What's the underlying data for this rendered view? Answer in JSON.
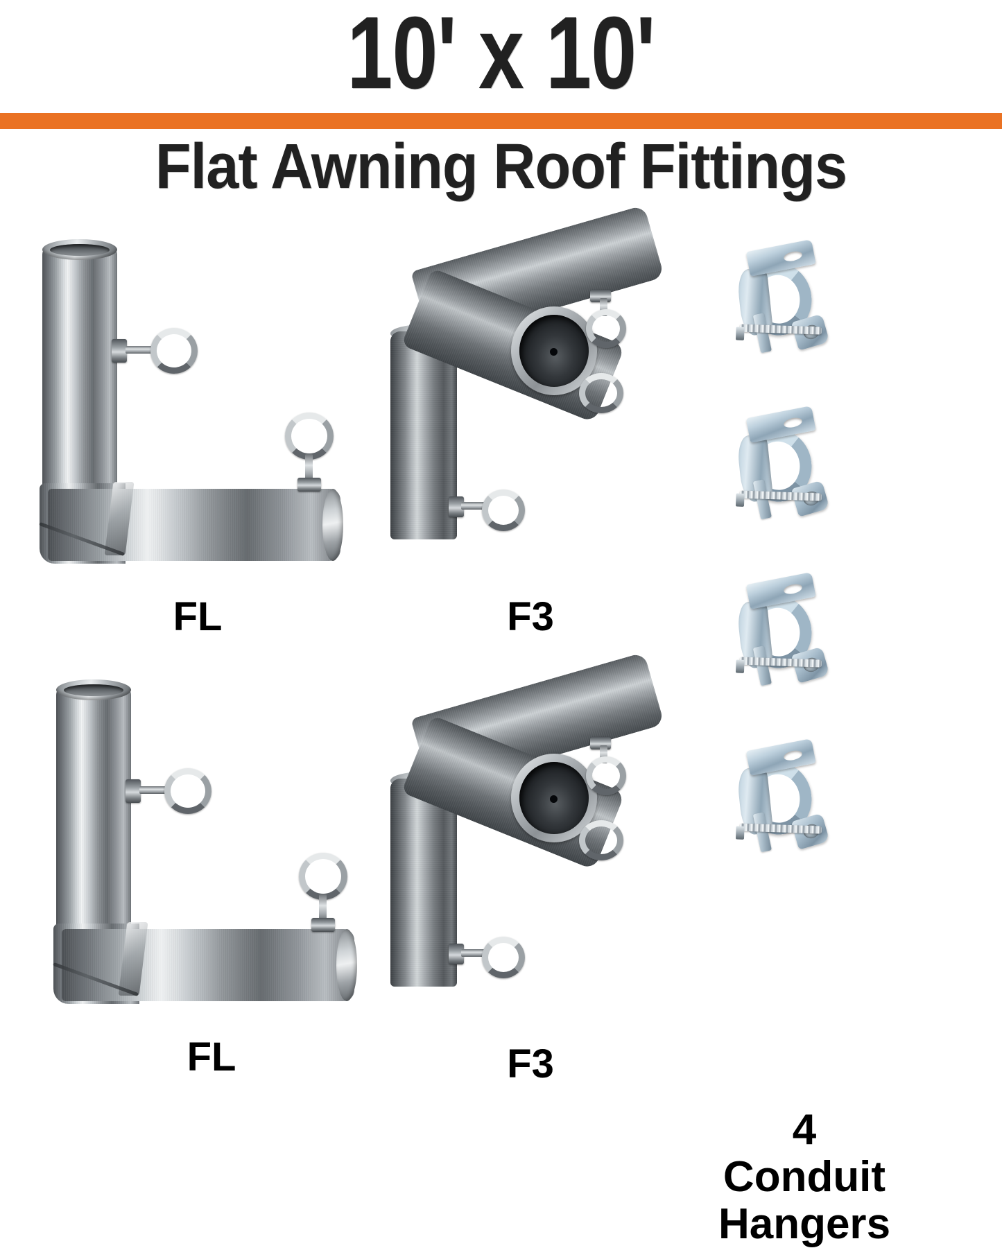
{
  "header": {
    "title": "10' x 10'",
    "subtitle": "Flat Awning Roof Fittings",
    "accent_color": "#ea7223",
    "text_color": "#212121"
  },
  "products": [
    {
      "id": "fl-top",
      "label": "FL",
      "name": "FL flat awning corner fitting",
      "description": "L-shaped galvanized steel corner fitting with two eye bolts",
      "eyebolt_count": 2,
      "row": 1,
      "column": 1
    },
    {
      "id": "f3-top",
      "label": "F3",
      "name": "F3 three-way awning fitting",
      "description": "Three-way galvanized steel fitting with three eye bolts and open socket",
      "eyebolt_count": 3,
      "row": 1,
      "column": 2
    },
    {
      "id": "fl-bottom",
      "label": "FL",
      "name": "FL flat awning corner fitting",
      "description": "L-shaped galvanized steel corner fitting with two eye bolts",
      "eyebolt_count": 2,
      "row": 2,
      "column": 1
    },
    {
      "id": "f3-bottom",
      "label": "F3",
      "name": "F3 three-way awning fitting",
      "description": "Three-way galvanized steel fitting with three eye bolts and open socket",
      "eyebolt_count": 3,
      "row": 2,
      "column": 2
    }
  ],
  "hangers": {
    "count": 4,
    "caption_lines": [
      "4",
      "Conduit",
      "Hangers"
    ],
    "item_name": "conduit hanger clamp"
  }
}
